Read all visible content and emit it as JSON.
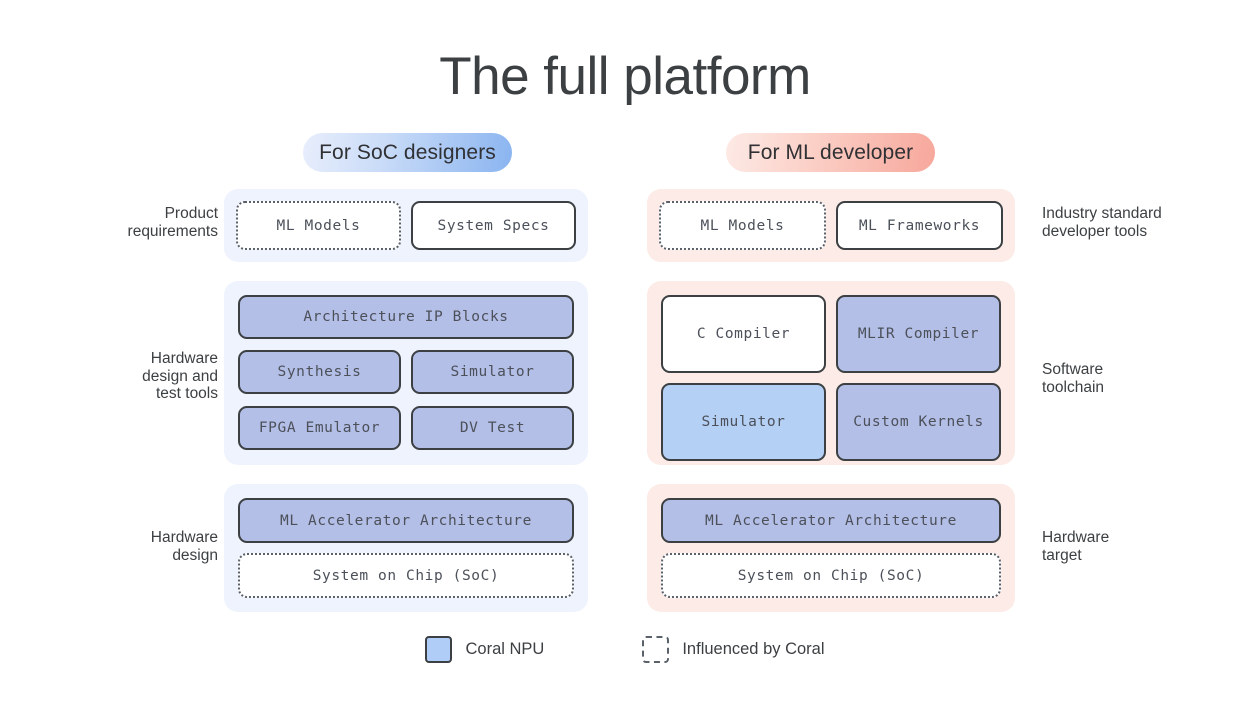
{
  "title": "The full platform",
  "audiences": [
    {
      "label": "For SoC designers",
      "accent": "#8ab4f0"
    },
    {
      "label": "For ML developer",
      "accent": "#f7a79b"
    }
  ],
  "left_labels": [
    "Product\nrequirements",
    "Hardware\ndesign and\ntest tools",
    "Hardware\ndesign"
  ],
  "right_labels": [
    "Industry standard\ndeveloper tools",
    "Software\ntoolchain",
    "Hardware\ntarget"
  ],
  "panels": {
    "soc": [
      {
        "row": "product-requirements",
        "boxes": [
          {
            "label": "ML Models",
            "style": "dotted"
          },
          {
            "label": "System Specs",
            "style": "white"
          }
        ]
      },
      {
        "row": "hardware-design-and-test-tools",
        "boxes": [
          {
            "label": "Architecture IP Blocks",
            "style": "npu"
          },
          {
            "label": "Synthesis",
            "style": "npu"
          },
          {
            "label": "Simulator",
            "style": "npu"
          },
          {
            "label": "FPGA Emulator",
            "style": "npu"
          },
          {
            "label": "DV Test",
            "style": "npu"
          }
        ]
      },
      {
        "row": "hardware-design",
        "boxes": [
          {
            "label": "ML Accelerator Architecture",
            "style": "npu"
          },
          {
            "label": "System on Chip (SoC)",
            "style": "dotted"
          }
        ]
      }
    ],
    "ml": [
      {
        "row": "industry-standard-developer-tools",
        "boxes": [
          {
            "label": "ML Models",
            "style": "dotted"
          },
          {
            "label": "ML Frameworks",
            "style": "white"
          }
        ]
      },
      {
        "row": "software-toolchain",
        "boxes": [
          {
            "label": "C Compiler",
            "style": "white"
          },
          {
            "label": "MLIR Compiler",
            "style": "npu"
          },
          {
            "label": "Simulator",
            "style": "npu-sky"
          },
          {
            "label": "Custom Kernels",
            "style": "npu"
          }
        ]
      },
      {
        "row": "hardware-target",
        "boxes": [
          {
            "label": "ML Accelerator Architecture",
            "style": "npu"
          },
          {
            "label": "System on Chip (SoC)",
            "style": "dotted"
          }
        ]
      }
    ]
  },
  "legend": [
    {
      "label": "Coral NPU",
      "swatch": "filled",
      "color": "#b0cdf8"
    },
    {
      "label": "Influenced by Coral",
      "swatch": "dashed",
      "color": "#ffffff"
    }
  ]
}
